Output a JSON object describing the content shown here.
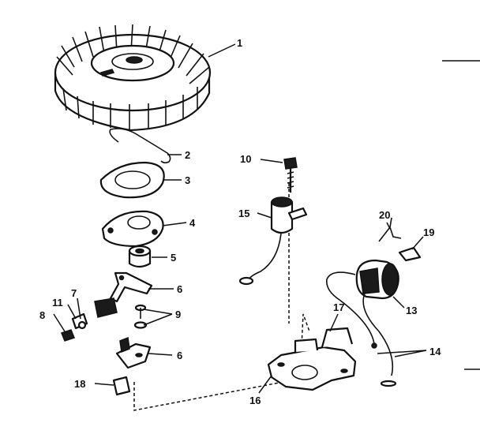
{
  "diagram": {
    "callouts": [
      {
        "id": "1",
        "label": "1"
      },
      {
        "id": "2",
        "label": "2"
      },
      {
        "id": "3",
        "label": "3"
      },
      {
        "id": "4",
        "label": "4"
      },
      {
        "id": "5",
        "label": "5"
      },
      {
        "id": "6a",
        "label": "6"
      },
      {
        "id": "6b",
        "label": "6"
      },
      {
        "id": "7",
        "label": "7"
      },
      {
        "id": "8",
        "label": "8"
      },
      {
        "id": "9",
        "label": "9"
      },
      {
        "id": "10",
        "label": "10"
      },
      {
        "id": "11",
        "label": "11"
      },
      {
        "id": "13",
        "label": "13"
      },
      {
        "id": "14",
        "label": "14"
      },
      {
        "id": "15",
        "label": "15"
      },
      {
        "id": "16",
        "label": "16"
      },
      {
        "id": "17",
        "label": "17"
      },
      {
        "id": "18",
        "label": "18"
      },
      {
        "id": "19",
        "label": "19"
      },
      {
        "id": "20",
        "label": "20"
      }
    ]
  }
}
